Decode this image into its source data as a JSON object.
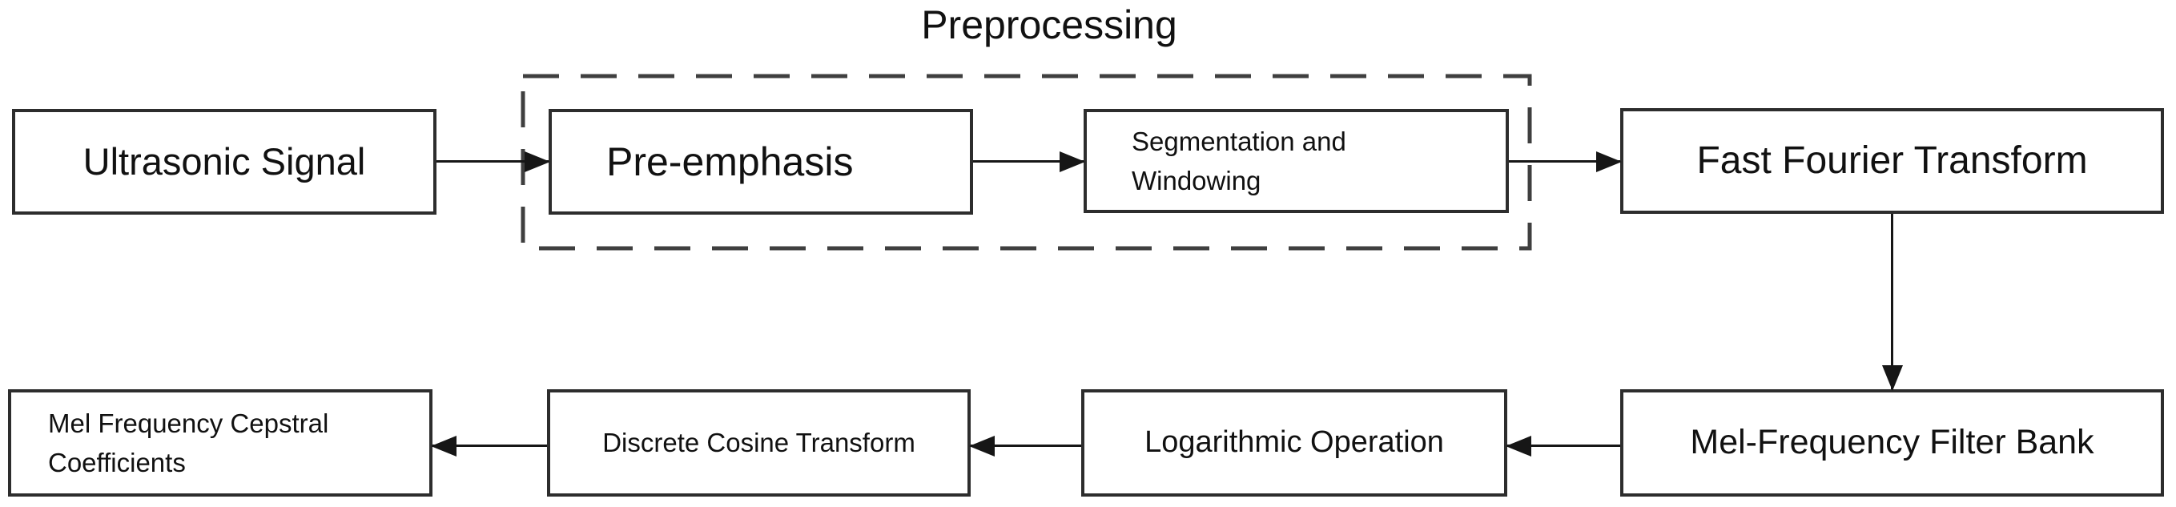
{
  "figure": {
    "type": "flowchart",
    "title": "Preprocessing",
    "colors": {
      "background": "#ffffff",
      "box_fill": "#ffffff",
      "box_border": "#2d2d2d",
      "dashed_group_border": "#3f3f3f",
      "arrow": "#161616",
      "text": "#111111"
    },
    "nodes": [
      {
        "id": "ultrasonic-signal",
        "label": "Ultrasonic Signal"
      },
      {
        "id": "pre-emphasis",
        "label": "Pre-emphasis"
      },
      {
        "id": "segmentation-and-windowing",
        "lines": [
          "Segmentation and",
          "Windowing"
        ]
      },
      {
        "id": "fast-fourier-transform",
        "label": "Fast Fourier Transform"
      },
      {
        "id": "mel-frequency-filter-bank",
        "label": "Mel-Frequency Filter Bank"
      },
      {
        "id": "logarithmic-operation",
        "label": "Logarithmic Operation"
      },
      {
        "id": "discrete-cosine-transform",
        "label": "Discrete Cosine Transform"
      },
      {
        "id": "mel-frequency-cepstral-coefficients",
        "lines": [
          "Mel Frequency Cepstral",
          "Coefficients"
        ]
      }
    ],
    "group": {
      "label": "Preprocessing",
      "style": "dashed",
      "members": [
        "pre-emphasis",
        "segmentation-and-windowing"
      ]
    },
    "edges": [
      {
        "from": "ultrasonic-signal",
        "to": "pre-emphasis"
      },
      {
        "from": "pre-emphasis",
        "to": "segmentation-and-windowing"
      },
      {
        "from": "segmentation-and-windowing",
        "to": "fast-fourier-transform"
      },
      {
        "from": "fast-fourier-transform",
        "to": "mel-frequency-filter-bank"
      },
      {
        "from": "mel-frequency-filter-bank",
        "to": "logarithmic-operation"
      },
      {
        "from": "logarithmic-operation",
        "to": "discrete-cosine-transform"
      },
      {
        "from": "discrete-cosine-transform",
        "to": "mel-frequency-cepstral-coefficients"
      }
    ]
  }
}
